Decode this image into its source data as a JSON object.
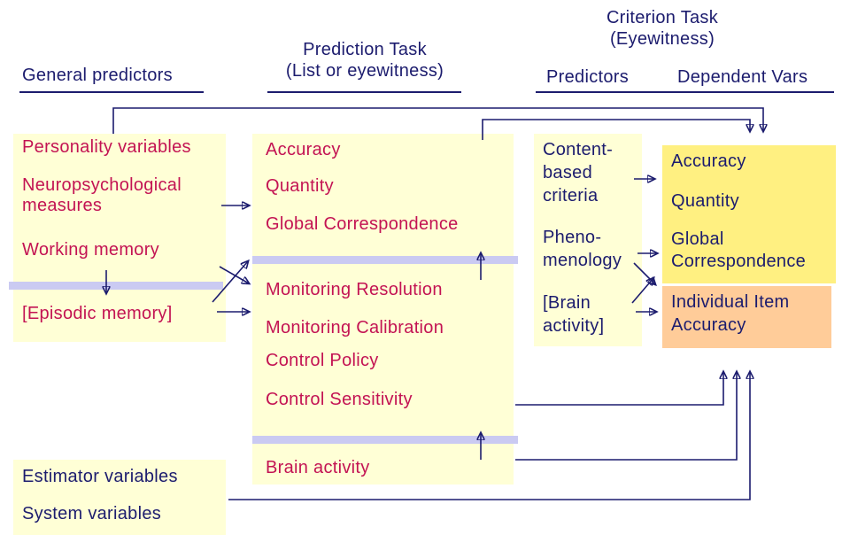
{
  "headers": {
    "general_predictors": "General predictors",
    "prediction_task_line1": "Prediction Task",
    "prediction_task_line2": "(List or eyewitness)",
    "criterion_task_line1": "Criterion Task",
    "criterion_task_line2": "(Eyewitness)",
    "criterion_predictors": "Predictors",
    "criterion_dependent_vars": "Dependent Vars"
  },
  "boxes": {
    "general_predictors": {
      "items": [
        "Personality variables",
        "Neuropsychological measures",
        "Working memory",
        "[Episodic memory]"
      ]
    },
    "prediction_task": {
      "items": [
        "Accuracy",
        "Quantity",
        "Global Correspondence",
        "Monitoring Resolution",
        "Monitoring Calibration",
        "Control Policy",
        "Control Sensitivity",
        "Brain activity"
      ]
    },
    "criterion_predictors": {
      "items": [
        "Content-based criteria",
        "Pheno-menology",
        "[Brain activity]"
      ]
    },
    "criterion_dependent_vars": {
      "items": [
        "Accuracy",
        "Quantity",
        "Global Correspondence"
      ]
    },
    "individual_item": {
      "items": [
        "Individual Item Accuracy"
      ]
    },
    "estimator_system": {
      "items": [
        "Estimator variables",
        "System variables"
      ]
    }
  },
  "connections": [
    {
      "from": "General predictors box",
      "to": "Dependent Vars Accuracy box",
      "style": "top route arrow"
    },
    {
      "from": "Prediction Task box",
      "to": "Dependent Vars Accuracy box",
      "style": "top route arrow"
    },
    {
      "from": "Neuropsychological measures",
      "to": "Prediction Task box",
      "style": "right arrow"
    },
    {
      "from": "Working memory",
      "to": "Monitoring Resolution",
      "style": "diagonal arrow"
    },
    {
      "from": "[Episodic memory]",
      "to": "Global Correspondence divider",
      "style": "diagonal arrow"
    },
    {
      "from": "[Episodic memory]",
      "to": "Monitoring Calibration area",
      "style": "right arrow"
    },
    {
      "from": "Working memory",
      "to": "[Episodic memory]",
      "style": "down arrow across divider"
    },
    {
      "from": "Monitoring section",
      "to": "Global Correspondence section",
      "style": "up arrow across divider"
    },
    {
      "from": "Brain activity section",
      "to": "Control section",
      "style": "up arrow across divider"
    },
    {
      "from": "Content-based criteria",
      "to": "Accuracy (Dependent Vars)",
      "style": "right arrow"
    },
    {
      "from": "Pheno-menology",
      "to": "Global Correspondence (Dependent Vars)",
      "style": "right arrow"
    },
    {
      "from": "Pheno-menology",
      "to": "Individual Item Accuracy",
      "style": "diagonal arrow"
    },
    {
      "from": "[Brain activity]",
      "to": "Global Correspondence (Dependent Vars)",
      "style": "diagonal arrow"
    },
    {
      "from": "[Brain activity]",
      "to": "Individual Item Accuracy",
      "style": "right arrow"
    },
    {
      "from": "Control Sensitivity",
      "to": "Individual Item Accuracy",
      "style": "bottom route up arrow"
    },
    {
      "from": "Brain activity",
      "to": "Individual Item Accuracy",
      "style": "bottom route up arrow"
    },
    {
      "from": "System variables",
      "to": "Individual Item Accuracy",
      "style": "bottom route up arrow"
    }
  ],
  "colors": {
    "background": "#FFFFFF",
    "box_cream": "#FFFFD6",
    "box_yellow": "#FFF081",
    "box_orange": "#FFCC99",
    "divider_lavender": "#CACAF2",
    "text_navy": "#1C1C6E",
    "text_crimson": "#C31353",
    "line_navy": "#1C1C6E"
  }
}
